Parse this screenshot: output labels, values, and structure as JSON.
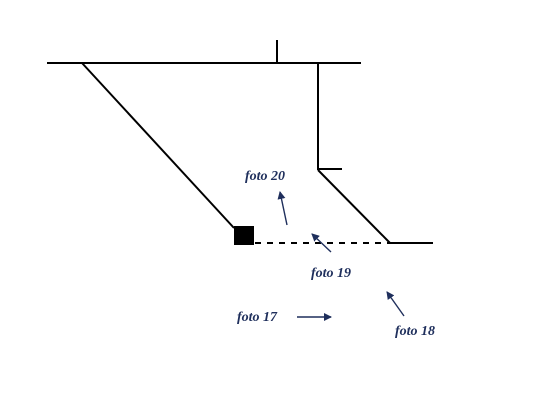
{
  "labels": {
    "foto20": "foto 20",
    "foto19": "foto 19",
    "foto17": "foto 17",
    "foto18": "foto 18"
  },
  "colors": {
    "line": "#000000",
    "label": "#1f2f5c",
    "arrow": "#1f2f5c"
  }
}
